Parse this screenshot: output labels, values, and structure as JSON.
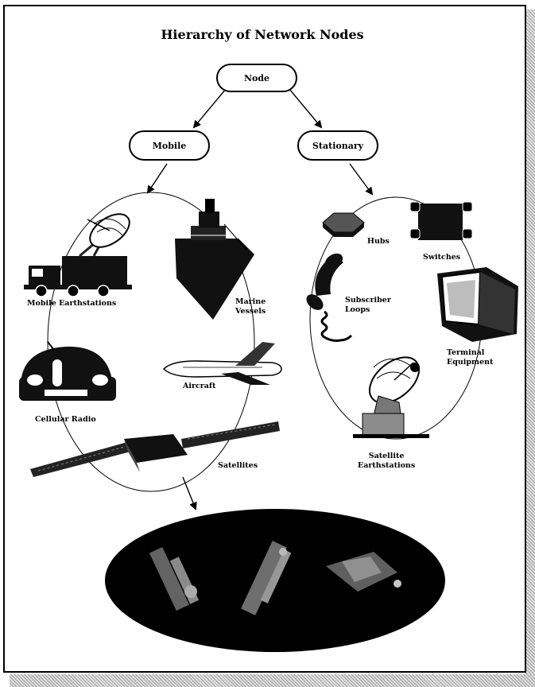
{
  "title": "Hierarchy of Network Nodes",
  "nodes": {
    "root": "Node",
    "mobile": "Mobile",
    "stationary": "Stationary"
  },
  "mobile_items": {
    "earthstations": "Mobile Earthstations",
    "marine_line1": "Marine",
    "marine_line2": "Vessels",
    "cellular": "Cellular Radio",
    "aircraft": "Aircraft",
    "satellites": "Satellites"
  },
  "stationary_items": {
    "hubs": "Hubs",
    "switches": "Switches",
    "subscriber_line1": "Subscriber",
    "subscriber_line2": "Loops",
    "terminal_line1": "Terminal",
    "terminal_line2": "Equipment",
    "sat_earth_line1": "Satellite",
    "sat_earth_line2": "Earthstations"
  },
  "colors": {
    "ink": "#000000",
    "paper": "#ffffff",
    "metal": "#8c8c8c",
    "space": "#000000"
  }
}
